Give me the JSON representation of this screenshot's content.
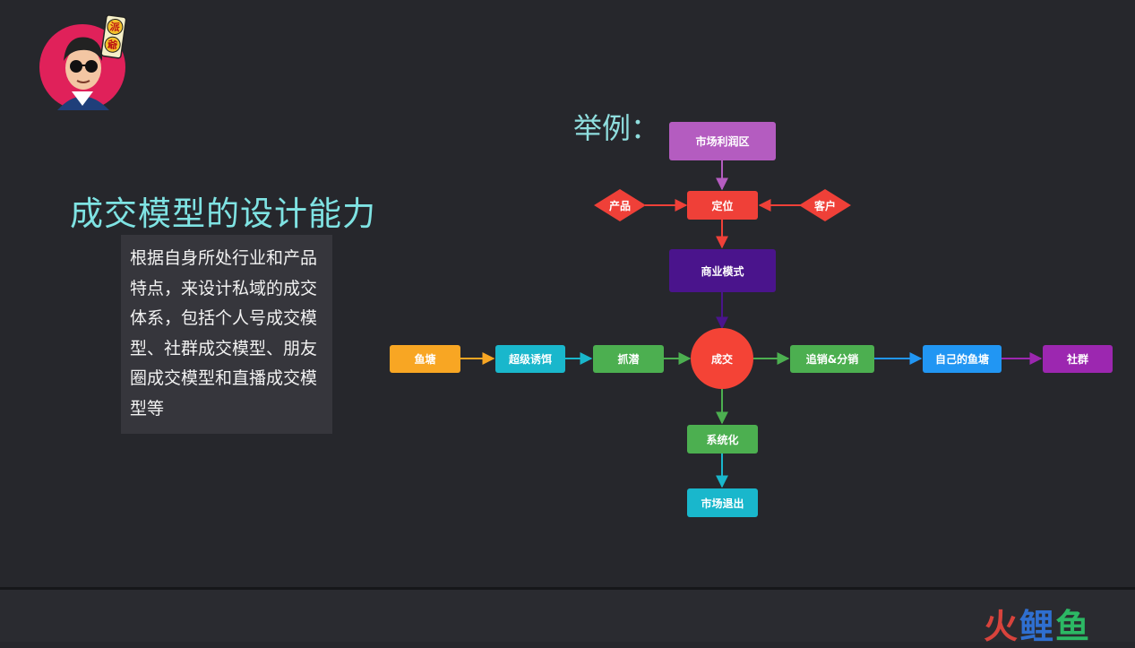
{
  "slide": {
    "title": "成交模型的设计能力",
    "description": "根据自身所处行业和产品特点，来设计私域的成交体系，包括个人号成交模型、社群成交模型、朋友圈成交模型和直播成交模型等",
    "example_label": "举例："
  },
  "avatar": {
    "badge_chars": [
      "派",
      "爺"
    ]
  },
  "diagram": {
    "nodes": {
      "market_profit": "市场利润区",
      "positioning": "定位",
      "product": "产品",
      "customer": "客户",
      "business_model": "商业模式",
      "fish_pond": "鱼塘",
      "super_bait": "超级诱饵",
      "capture": "抓潜",
      "deal": "成交",
      "upsell": "追销&分销",
      "own_pond": "自己的鱼塘",
      "community": "社群",
      "systemize": "系统化",
      "market_exit": "市场退出"
    },
    "colors": {
      "market_profit": "#b45cc0",
      "positioning": "#ef4038",
      "product": "#ef4038",
      "customer": "#ef4038",
      "business_model": "#4a148c",
      "fish_pond": "#f8a623",
      "super_bait": "#19b7cc",
      "capture": "#4caf50",
      "deal": "#f44336",
      "upsell": "#4caf50",
      "own_pond": "#2196f3",
      "community": "#9c27b0",
      "systemize": "#4caf50",
      "market_exit": "#19b7cc"
    }
  },
  "brand": {
    "logo_chars": [
      "火",
      "鲤",
      "鱼"
    ]
  }
}
